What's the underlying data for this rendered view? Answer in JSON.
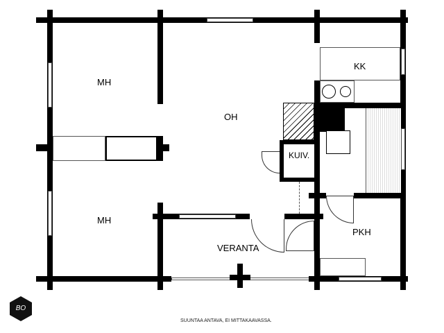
{
  "rooms": {
    "mh_top": "MH",
    "mh_bottom": "MH",
    "oh": "OH",
    "kk": "KK",
    "kuiv": "KUIV.",
    "pkh": "PKH",
    "veranta": "VERANTA"
  },
  "footer": {
    "note": "SUUNTAA ANTAVA, EI MITTAKAAVASSA.",
    "logo_text": "BO"
  }
}
